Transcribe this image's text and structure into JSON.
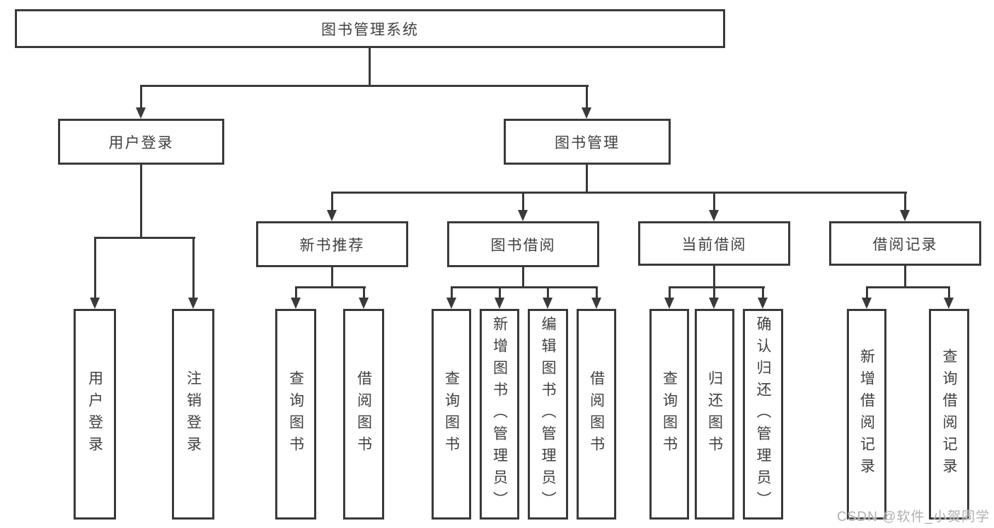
{
  "colors": {
    "line": "#3a3a3a",
    "text": "#404040",
    "background": "#ffffff",
    "watermark": "#b0b0b0"
  },
  "diagram": {
    "root": {
      "label": "图书管理系统"
    },
    "level1": [
      {
        "label": "用户登录"
      },
      {
        "label": "图书管理"
      }
    ],
    "level2": [
      {
        "label": "新书推荐",
        "parent": "图书管理"
      },
      {
        "label": "图书借阅",
        "parent": "图书管理"
      },
      {
        "label": "当前借阅",
        "parent": "图书管理"
      },
      {
        "label": "借阅记录",
        "parent": "图书管理"
      }
    ],
    "leaves": [
      {
        "label": "用户登录",
        "parent": "用户登录"
      },
      {
        "label": "注销登录",
        "parent": "用户登录"
      },
      {
        "label": "查询图书",
        "parent": "新书推荐"
      },
      {
        "label": "借阅图书",
        "parent": "新书推荐"
      },
      {
        "label": "查询图书",
        "parent": "图书借阅"
      },
      {
        "label": "新增图书（管理员）",
        "parent": "图书借阅"
      },
      {
        "label": "编辑图书（管理员）",
        "parent": "图书借阅"
      },
      {
        "label": "借阅图书",
        "parent": "图书借阅"
      },
      {
        "label": "查询图书",
        "parent": "当前借阅"
      },
      {
        "label": "归还图书",
        "parent": "当前借阅"
      },
      {
        "label": "确认归还（管理员）",
        "parent": "当前借阅"
      },
      {
        "label": "新增借阅记录",
        "parent": "借阅记录"
      },
      {
        "label": "查询借阅记录",
        "parent": "借阅记录"
      }
    ]
  },
  "watermark": {
    "text": "CSDN @软件_小贺同学"
  }
}
